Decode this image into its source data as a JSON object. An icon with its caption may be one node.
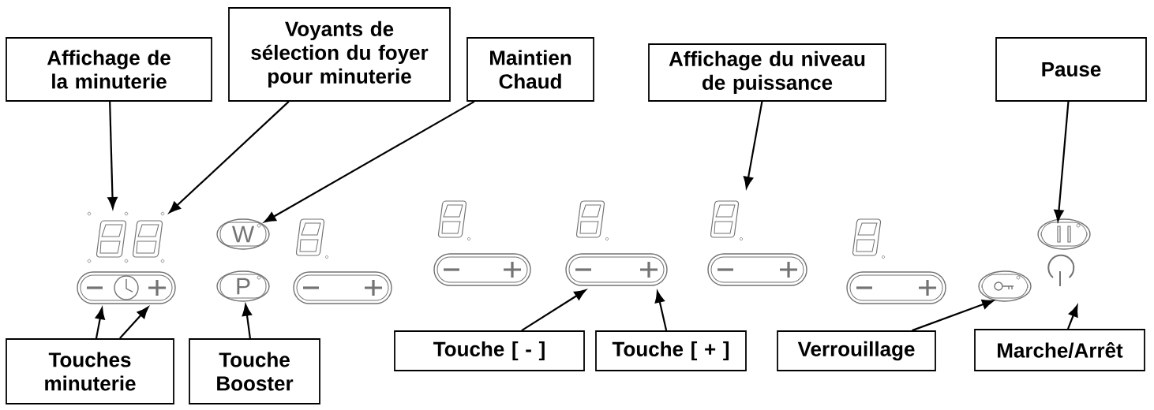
{
  "diagram": {
    "nodes": [
      {
        "text": [
          "Affichage de la minuterie"
        ]
      },
      {
        "text": [
          "Voyants de sélection du foyer pour minuterie"
        ]
      },
      {
        "text": [
          "Maintien Chaud"
        ]
      },
      {
        "text": [
          "Affichage du niveau de puissance"
        ]
      },
      {
        "text": [
          "Pause"
        ]
      },
      {
        "text": [
          "Touches minuterie"
        ]
      },
      {
        "text": [
          "Touche Booster"
        ]
      },
      {
        "text": [
          "Touche [ - ]"
        ]
      },
      {
        "text": [
          "Touche [ + ]"
        ]
      },
      {
        "text": [
          "Verrouillage"
        ]
      },
      {
        "text": [
          "Marche/Arrêt"
        ]
      },
      {
        "text": [
          "W"
        ]
      },
      {
        "text": [
          "P"
        ]
      }
    ],
    "edges": [
      {
        "from": 0,
        "to": null,
        "arrow": "to"
      },
      {
        "from": 1,
        "to": null,
        "arrow": "to"
      },
      {
        "from": 2,
        "to": 11,
        "arrow": "to"
      },
      {
        "from": 3,
        "to": null,
        "arrow": "to"
      },
      {
        "from": 4,
        "to": null,
        "arrow": "to"
      },
      {
        "from": 5,
        "to": null,
        "arrow": "to"
      },
      {
        "from": 5,
        "to": null,
        "arrow": "to"
      },
      {
        "from": 6,
        "to": 12,
        "arrow": "to"
      },
      {
        "from": 7,
        "to": null,
        "arrow": "to"
      },
      {
        "from": 8,
        "to": null,
        "arrow": "to"
      },
      {
        "from": 9,
        "to": null,
        "arrow": "to"
      },
      {
        "from": 10,
        "to": null,
        "arrow": "to"
      }
    ]
  }
}
